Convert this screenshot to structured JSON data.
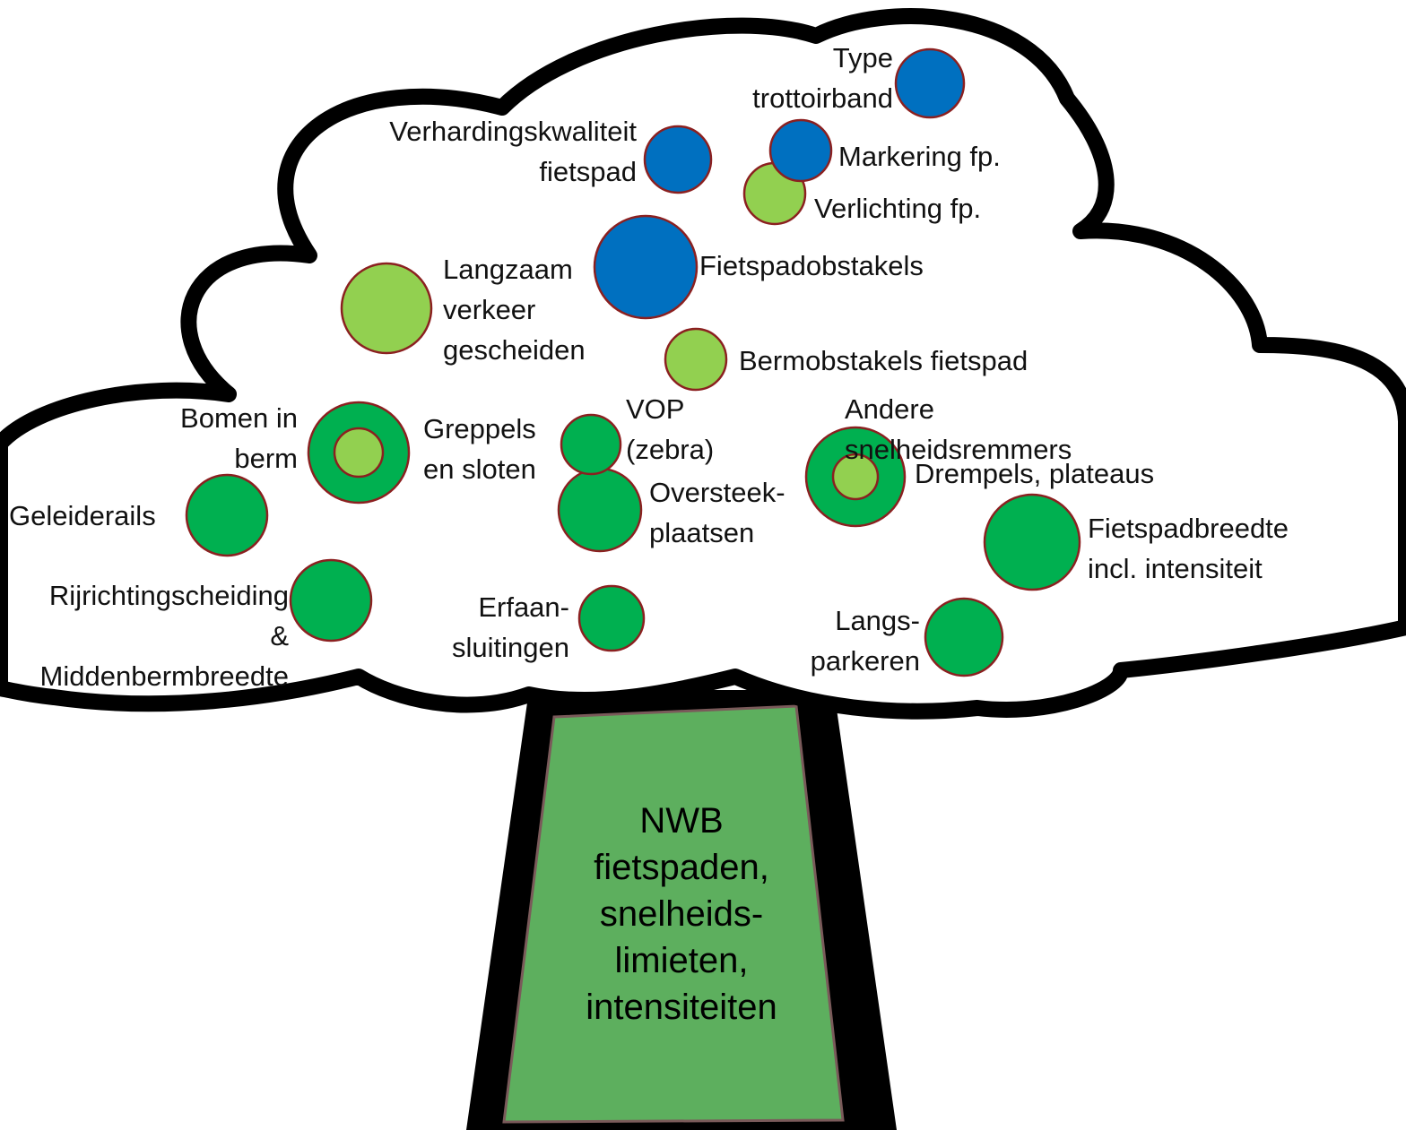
{
  "colors": {
    "blue": "#0070c0",
    "light_green": "#92d050",
    "dark_green": "#00b050",
    "trunk_fill": "#5daf5e",
    "circle_border": "#8b2020",
    "outline": "#000000"
  },
  "trunk_label": "NWB\nfietspaden,\nsnelheids-\nlimieten,\nintensiteiten",
  "nodes": [
    {
      "id": "type-trottoirband",
      "label": "Type\ntrottoirband",
      "color": "blue",
      "nested": false
    },
    {
      "id": "verhardingskwaliteit",
      "label": "Verhardingskwaliteit\nfietspad",
      "color": "blue",
      "nested": false
    },
    {
      "id": "markering",
      "label": "Markering fp.",
      "color": "blue",
      "nested": false
    },
    {
      "id": "verlichting",
      "label": "Verlichting fp.",
      "color": "light_green",
      "nested": false
    },
    {
      "id": "fietspadobstakels",
      "label": "Fietspadobstakels",
      "color": "blue",
      "nested": false
    },
    {
      "id": "langzaam-verkeer",
      "label": "Langzaam\nverkeer\ngescheiden",
      "color": "light_green",
      "nested": false
    },
    {
      "id": "bermobstakels",
      "label": "Bermobstakels fietspad",
      "color": "light_green",
      "nested": false
    },
    {
      "id": "bomen-greppels",
      "label_left": "Bomen in\nberm",
      "label_right": "Greppels\nen sloten",
      "color": "dark_green",
      "inner_color": "light_green",
      "nested": true
    },
    {
      "id": "vop",
      "label": "VOP\n(zebra)",
      "color": "dark_green",
      "nested": false
    },
    {
      "id": "oversteekplaatsen",
      "label": "Oversteek-\nplaatsen",
      "color": "dark_green",
      "nested": false
    },
    {
      "id": "snelheidsremmers",
      "label_top": "Andere\nsnelheidsremmers",
      "label_right": "Drempels, plateaus",
      "color": "dark_green",
      "inner_color": "light_green",
      "nested": true
    },
    {
      "id": "geleiderails",
      "label": "Geleiderails",
      "color": "dark_green",
      "nested": false
    },
    {
      "id": "fietspadbreedte",
      "label": "Fietspadbreedte\nincl. intensiteit",
      "color": "dark_green",
      "nested": false
    },
    {
      "id": "rijrichtingscheiding",
      "label": "Rijrichtingscheiding\n&\nMiddenbermbreedte",
      "color": "dark_green",
      "nested": false
    },
    {
      "id": "erfaansluitingen",
      "label": "Erfaan-\nsluitingen",
      "color": "dark_green",
      "nested": false
    },
    {
      "id": "langsparkeren",
      "label": "Langs-\nparkeren",
      "color": "dark_green",
      "nested": false
    }
  ]
}
